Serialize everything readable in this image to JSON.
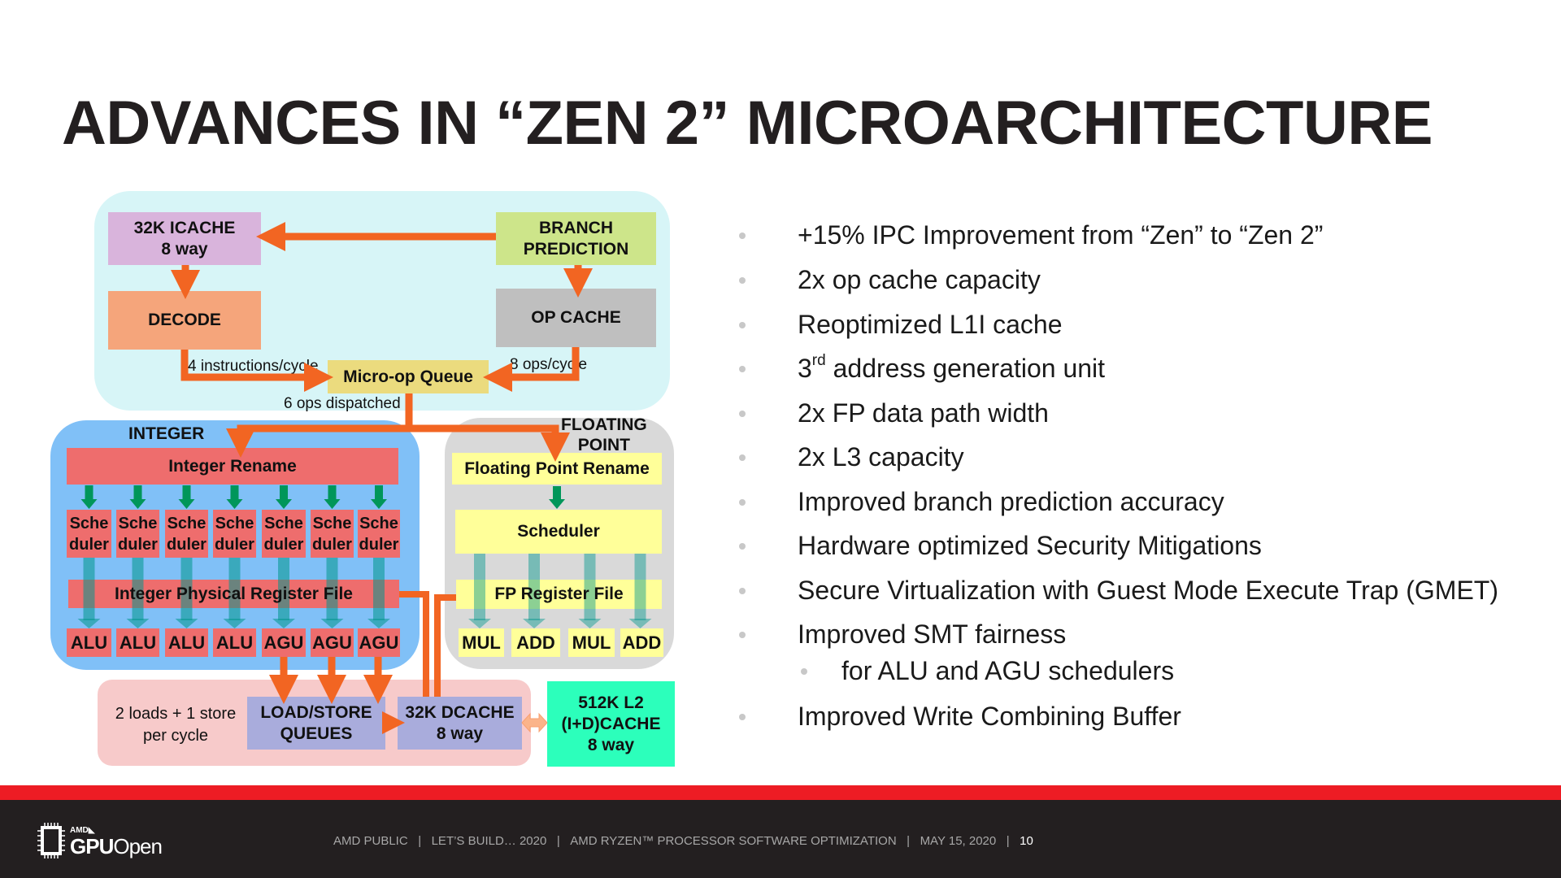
{
  "title": "ADVANCES IN “ZEN 2” MICROARCHITECTURE",
  "diagram": {
    "icache": [
      "32K ICACHE",
      "8 way"
    ],
    "branch_prediction": [
      "BRANCH",
      "PREDICTION"
    ],
    "decode": "DECODE",
    "op_cache": "OP CACHE",
    "micro_op_queue": "Micro-op Queue",
    "decode_rate": "4 instructions/cycle",
    "opcache_rate": "8 ops/cycle",
    "dispatch_rate": "6 ops dispatched",
    "integer": {
      "label": "INTEGER",
      "rename": "Integer Rename",
      "schedulers": [
        "Sche",
        "Sche",
        "Sche",
        "Sche",
        "Sche",
        "Sche",
        "Sche"
      ],
      "scheduler_suffix": "duler",
      "register_file": "Integer Physical Register File",
      "units": [
        "ALU",
        "ALU",
        "ALU",
        "ALU",
        "AGU",
        "AGU",
        "AGU"
      ]
    },
    "floating_point": {
      "label": [
        "FLOATING",
        "POINT"
      ],
      "rename": "Floating Point Rename",
      "scheduler": "Scheduler",
      "register_file": "FP Register File",
      "units": [
        "MUL",
        "ADD",
        "MUL",
        "ADD"
      ]
    },
    "load_store_note": [
      "2 loads + 1 store",
      "per cycle"
    ],
    "load_store_queues": [
      "LOAD/STORE",
      "QUEUES"
    ],
    "dcache": [
      "32K DCACHE",
      "8 way"
    ],
    "l2": [
      "512K L2",
      "(I+D)CACHE",
      "8 way"
    ]
  },
  "bullets": [
    {
      "text": "+15% IPC Improvement from “Zen” to “Zen 2”"
    },
    {
      "text": "2x op cache capacity"
    },
    {
      "text": "Reoptimized L1I cache"
    },
    {
      "pre": "3",
      "sup": "rd",
      "text": " address generation unit"
    },
    {
      "text": "2x FP data path width"
    },
    {
      "text": "2x L3 capacity"
    },
    {
      "text": "Improved branch prediction accuracy"
    },
    {
      "text": "Hardware optimized Security Mitigations"
    },
    {
      "text": "Secure Virtualization with Guest Mode Execute Trap (GMET)"
    },
    {
      "text": "Improved SMT fairness"
    },
    {
      "text": "for ALU and AGU schedulers",
      "sub": true
    },
    {
      "text": "Improved Write Combining Buffer"
    }
  ],
  "footer": {
    "logo": "AMD GPUOpen",
    "items": [
      "AMD PUBLIC",
      "LET’S BUILD… 2020",
      "AMD RYZEN™ PROCESSOR SOFTWARE OPTIMIZATION",
      "MAY 15, 2020"
    ],
    "page": "10"
  },
  "colors": {
    "orange": "#f26522",
    "red_bar": "#ed1c24",
    "footer_bg": "#231f20"
  }
}
